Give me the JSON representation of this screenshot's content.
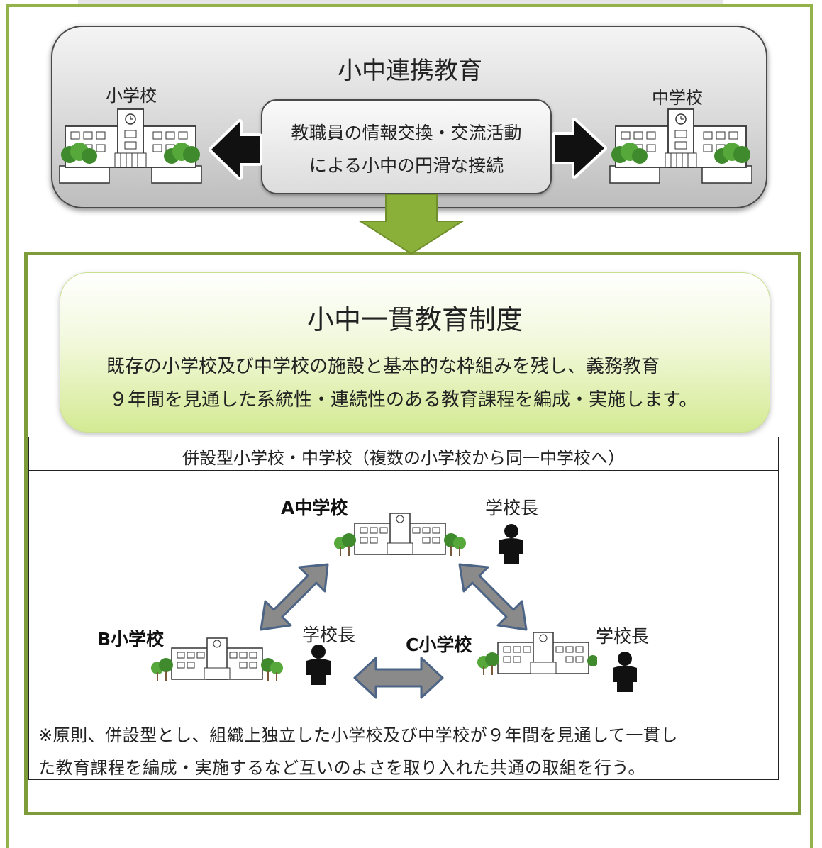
{
  "top": {
    "title": "小中連携教育",
    "left_label": "小学校",
    "right_label": "中学校",
    "center_line1": "教職員の情報交換・交流活動",
    "center_line2": "による小中の円滑な接続"
  },
  "system": {
    "title": "小中一貫教育制度",
    "desc_line1": "既存の小学校及び中学校の施設と基本的な枠組みを残し、義務教育",
    "desc_line2": "９年間を見通した系統性・連続性のある教育課程を編成・実施します。"
  },
  "table": {
    "header": "併設型小学校・中学校（複数の小学校から同一中学校へ）",
    "school_a": "A中学校",
    "school_b": "B小学校",
    "school_c": "C小学校",
    "principal": "学校長",
    "note_line1": "※原則、併設型とし、組織上独立した小学校及び中学校が９年間を見通して一貫し",
    "note_line2": "た教育課程を編成・実施するなど互いのよさを取り入れた共通の取組を行う。"
  },
  "colors": {
    "frame_green": "#93b34a",
    "panel_green": "#7f9c3a",
    "arrow_green": "#8bb03a",
    "arrow_gray": "#8a8a8a",
    "arrow_border": "#4c6486"
  },
  "icons": [
    "school-building-icon",
    "person-icon",
    "double-arrow-icon",
    "down-arrow-icon"
  ]
}
